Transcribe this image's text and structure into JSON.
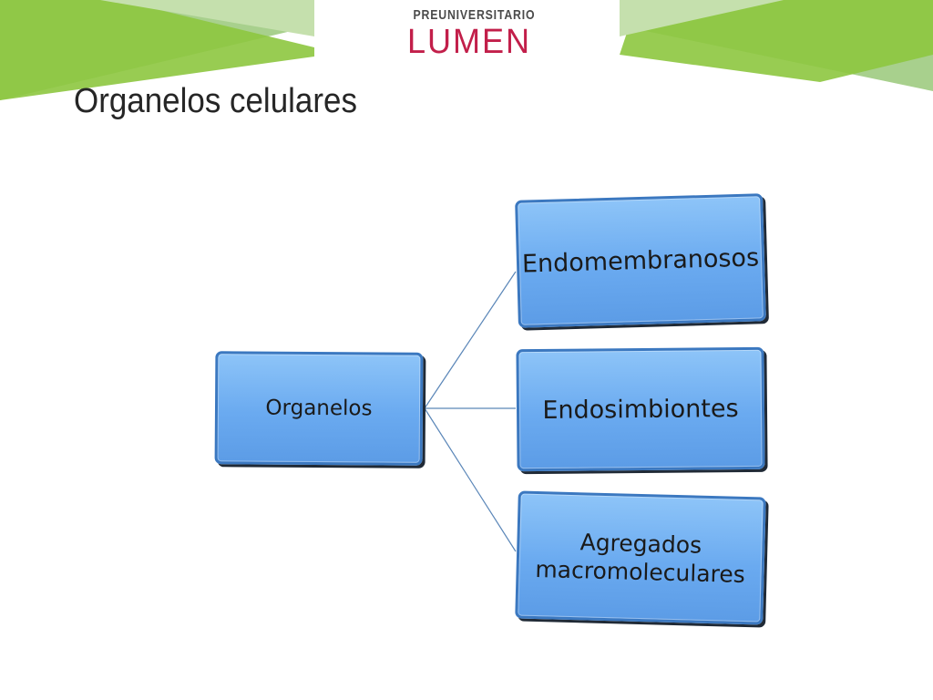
{
  "logo": {
    "line1": "PREUNIVERSITARIO",
    "line2": "LUMEN"
  },
  "slide": {
    "title": "Organelos celulares"
  },
  "diagram": {
    "root": "Organelos",
    "children": [
      "Endomembranosos",
      "Endosimbiontes",
      "Agregados macromoleculares"
    ]
  },
  "colors": {
    "green_light": "#a6cf8a",
    "green_dark": "#8ec63f",
    "node_fill": "#6aaaf0",
    "node_border": "#3b78c0",
    "logo_accent": "#c21f4a",
    "connector": "#5a86b8"
  }
}
